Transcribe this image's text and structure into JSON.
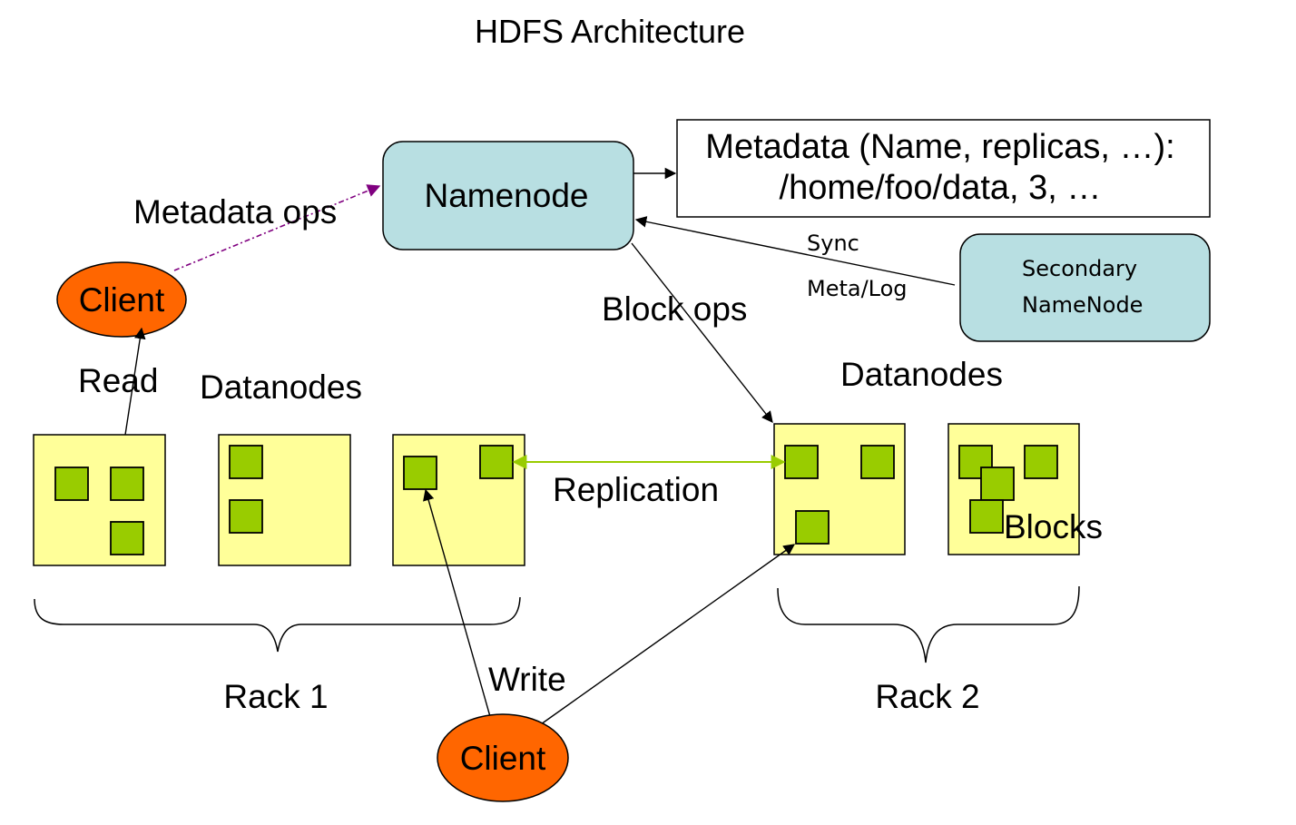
{
  "title": "HDFS Architecture",
  "namenode": {
    "label": "Namenode"
  },
  "metadata": {
    "line1": "Metadata (Name, replicas, …):",
    "line2": "/home/foo/data, 3, …"
  },
  "secondary": {
    "line1": "Secondary",
    "line2": "NameNode"
  },
  "sync_label": {
    "line1": "Sync",
    "line2": "Meta/Log"
  },
  "labels": {
    "metadata_ops": "Metadata ops",
    "block_ops": "Block ops",
    "read": "Read",
    "write": "Write",
    "replication": "Replication",
    "blocks": "Blocks"
  },
  "clients": [
    {
      "label": "Client"
    },
    {
      "label": "Client"
    }
  ],
  "racks": [
    {
      "label": "Rack 1",
      "datanodes_label": "Datanodes",
      "datanode_count": 3,
      "blocks_per_datanode": [
        3,
        2,
        2
      ]
    },
    {
      "label": "Rack 2",
      "datanodes_label": "Datanodes",
      "datanode_count": 2,
      "blocks_per_datanode": [
        3,
        4
      ]
    }
  ],
  "colors": {
    "namenode_fill": "#b8dfe2",
    "datanode_fill": "#ffff99",
    "block_fill": "#99cc00",
    "client_fill": "#ff6600",
    "metadata_ops_edge": "#800080",
    "replication_edge": "#99cc00"
  }
}
